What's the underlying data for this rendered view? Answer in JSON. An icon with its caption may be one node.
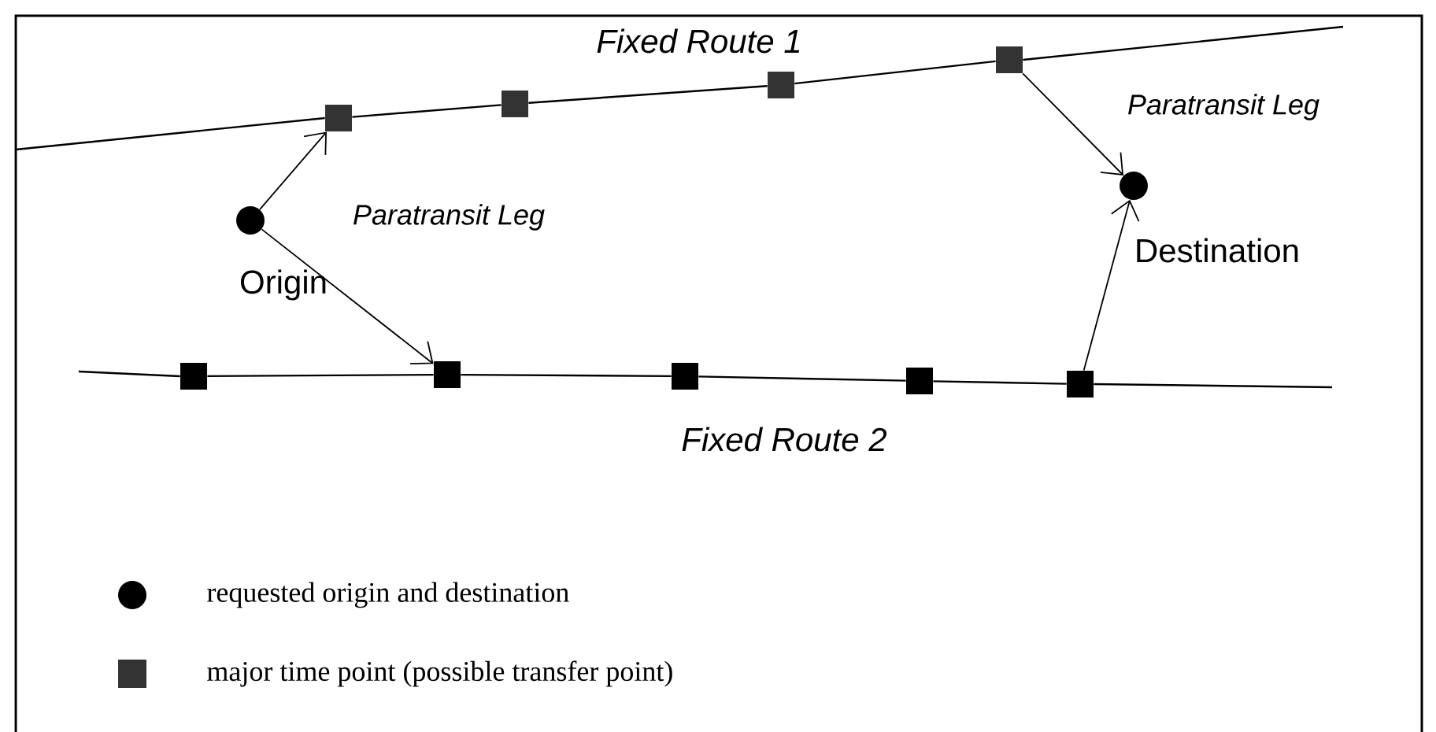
{
  "diagram": {
    "nodes": [
      {
        "text": [],
        "shape": "box"
      },
      {
        "text": [],
        "shape": "box"
      },
      {
        "text": [],
        "shape": "box"
      },
      {
        "text": [],
        "shape": "box"
      },
      {
        "text": [],
        "shape": "circle",
        "beside": [
          "Origin"
        ]
      },
      {
        "text": [],
        "shape": "circle",
        "beside": [
          "Destination"
        ]
      },
      {
        "text": [],
        "shape": "box"
      },
      {
        "text": [],
        "shape": "box"
      },
      {
        "text": [],
        "shape": "box"
      },
      {
        "text": [],
        "shape": "box"
      },
      {
        "text": [],
        "shape": "box"
      }
    ],
    "edges": [
      {
        "from": 0,
        "to": 1,
        "arrow": "none"
      },
      {
        "from": 1,
        "to": 2,
        "arrow": "none"
      },
      {
        "from": 2,
        "to": 3,
        "arrow": "none"
      },
      {
        "from": 4,
        "to": 0,
        "arrow": "to"
      },
      {
        "from": 4,
        "to": 7,
        "arrow": "to"
      },
      {
        "from": 3,
        "to": 5,
        "arrow": "to"
      },
      {
        "from": 10,
        "to": 5,
        "arrow": "to"
      },
      {
        "from": 6,
        "to": 7,
        "arrow": "none"
      },
      {
        "from": 7,
        "to": 8,
        "arrow": "none"
      },
      {
        "from": 8,
        "to": 9,
        "arrow": "none"
      },
      {
        "from": 9,
        "to": 10,
        "arrow": "none"
      }
    ],
    "labels": [
      "Fixed Route 1",
      "Paratransit Leg",
      "Paratransit Leg",
      "Fixed Route 2"
    ],
    "legend": [
      {
        "text": "requested origin and destination"
      },
      {
        "text": "major time point (possible transfer point)"
      }
    ]
  }
}
